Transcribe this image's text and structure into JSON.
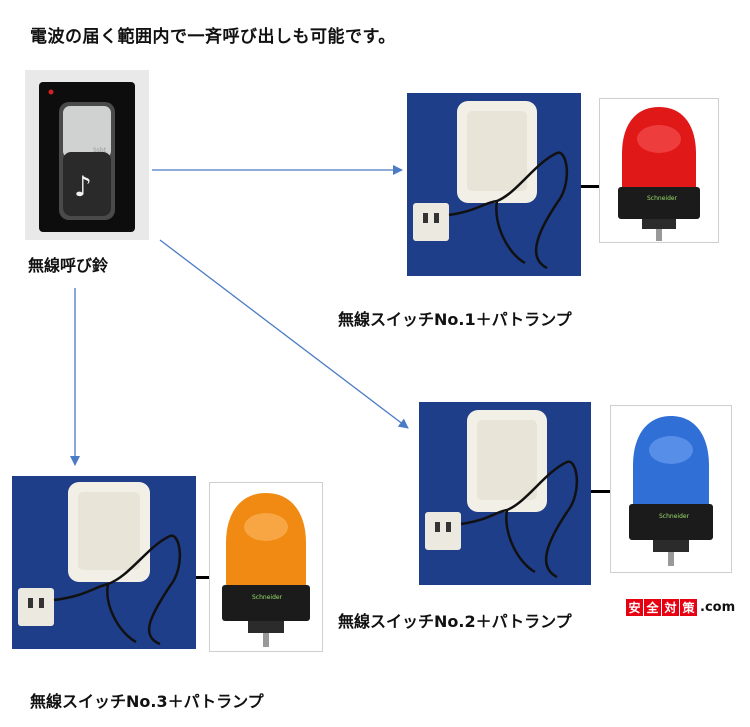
{
  "heading": "電波の届く範囲内で一斉呼び出しも可能です。",
  "doorbell": {
    "label": "無線呼び鈴",
    "icon": "music-note-icon",
    "note_glyph": "♪",
    "brand_text": "Ssbt"
  },
  "switches": [
    {
      "label": "無線スイッチNo.1＋パトランプ",
      "lamp_color": "#e01818"
    },
    {
      "label": "無線スイッチNo.2＋パトランプ",
      "lamp_color": "#2f6fd6"
    },
    {
      "label": "無線スイッチNo.3＋パトランプ",
      "lamp_color": "#f08a12"
    }
  ],
  "lamp_brand": "Schneider",
  "logo": {
    "chars": [
      "安",
      "全",
      "対",
      "策"
    ],
    "domain": ".com",
    "color": "#e60012"
  },
  "colors": {
    "arrow": "#4a7bc4",
    "photo_bg": "#1f3e8a"
  }
}
